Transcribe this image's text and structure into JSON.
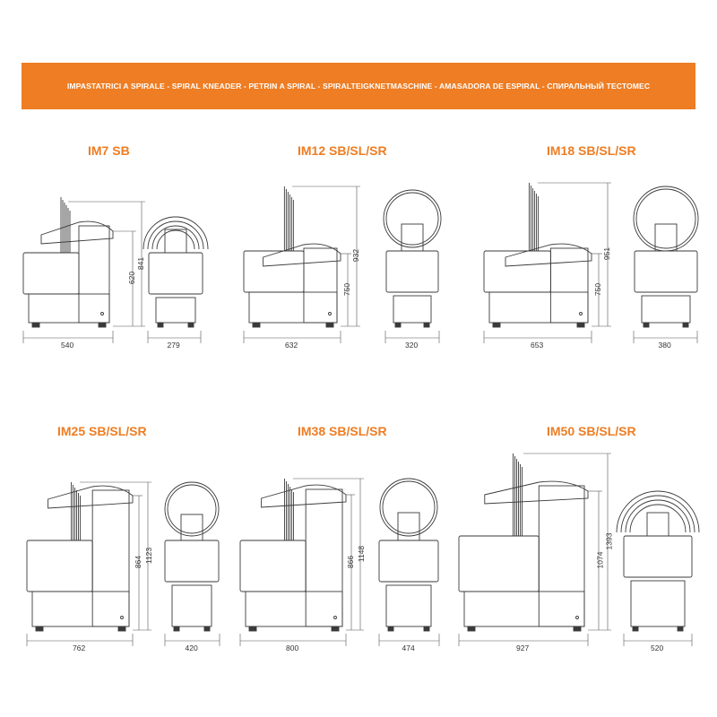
{
  "banner": {
    "text": "IMPASTATRICI A SPIRALE - SPIRAL KNEADER - PETRIN A SPIRAL - SPIRALTEIGKNETMASCHINE - AMASADORA DE ESPIRAL - СПИРАЛЬНЫЙ ТЕСТОМЕС"
  },
  "colors": {
    "accent": "#ee7d23",
    "line": "#3a3a3a",
    "dim_line": "#555555"
  },
  "models": [
    {
      "name": "IM7 SB",
      "width_label": "540",
      "depth_label": "279",
      "height_inner": "620",
      "height_total": "841",
      "guard": "cage"
    },
    {
      "name": "IM12 SB/SL/SR",
      "width_label": "632",
      "depth_label": "320",
      "height_inner": "750",
      "height_total": "932",
      "guard": "dome"
    },
    {
      "name": "IM18 SB/SL/SR",
      "width_label": "653",
      "depth_label": "380",
      "height_inner": "750",
      "height_total": "951",
      "guard": "dome"
    },
    {
      "name": "IM25 SB/SL/SR",
      "width_label": "762",
      "depth_label": "420",
      "height_inner": "864",
      "height_total": "1123",
      "guard": "dome"
    },
    {
      "name": "IM38 SB/SL/SR",
      "width_label": "800",
      "depth_label": "474",
      "height_inner": "866",
      "height_total": "1148",
      "guard": "dome"
    },
    {
      "name": "IM50 SB/SL/SR",
      "width_label": "927",
      "depth_label": "520",
      "height_inner": "1074",
      "height_total": "1393",
      "guard": "cage"
    }
  ]
}
